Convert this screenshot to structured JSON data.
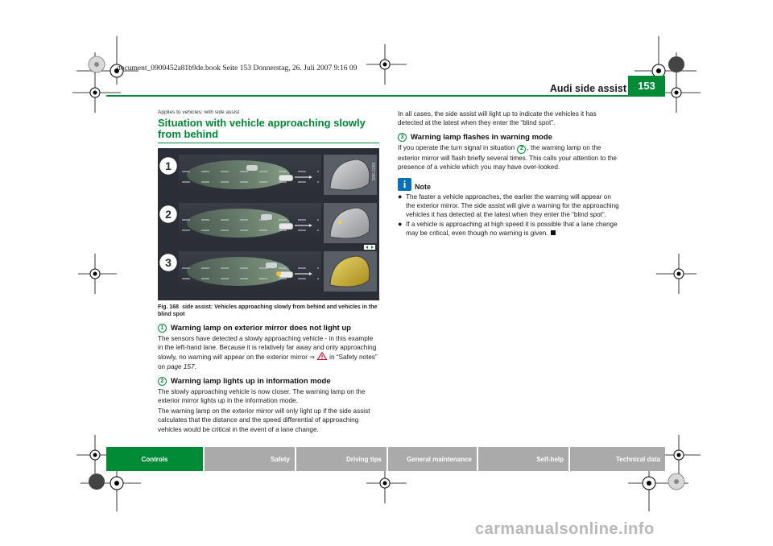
{
  "file_header": "document_0900452a81b9de.book  Seite 153  Donnerstag, 26. Juli 2007  9:16 09",
  "header": {
    "section_title": "Audi side assist",
    "page_number": "153"
  },
  "left": {
    "applies": "Applies to vehicles: with side assist",
    "title": "Situation with vehicle approaching slowly from behind",
    "figure": {
      "label": "Fig. 168",
      "caption": "side assist: Vehicles approaching slowly from behind and vehicles in the blind spot",
      "code": "B8K-0288",
      "panels": [
        "1",
        "2",
        "3"
      ]
    },
    "section1": {
      "num": "1",
      "heading": "Warning lamp on exterior mirror does not light up",
      "text_a": "The sensors have detected a slowly approaching vehicle - in this example in the left-hand lane. Because it is relatively far away and only approaching slowly, no warning will appear on the exterior mirror",
      "text_b": "in “Safety notes” on",
      "text_page": "page 157",
      "text_end": "."
    },
    "section2": {
      "num": "2",
      "heading": "Warning lamp lights up in information mode",
      "p1": "The slowly approaching vehicle is now closer. The warning lamp on the exterior mirror lights up in the information mode.",
      "p2": "The warning lamp on the exterior mirror will only light up if the side assist calculates that the distance and the speed differential of approaching vehicles would be critical in the event of a lane change."
    }
  },
  "right": {
    "intro": "In all cases, the side assist will light up to indicate the vehicles it has detected at the latest when they enter the “blind spot”.",
    "section3": {
      "num": "3",
      "heading": "Warning lamp flashes in warning mode",
      "text_a": "If you operate the turn signal in situation",
      "text_ref": "2",
      "text_b": ", the warning lamp on the exterior mirror will flash briefly several times. This calls your attention to the presence of a vehicle which you may have over-looked."
    },
    "note": {
      "label": "Note",
      "bullets": [
        "The faster a vehicle approaches, the earlier the warning will appear on the exterior mirror. The side assist will give a warning for the approaching vehicles it has detected at the latest when they enter the “blind spot”.",
        "If a vehicle is approaching at high speed it is possible that a lane change may be critical, even though no warning is given."
      ]
    }
  },
  "tabs": [
    "Controls",
    "Safety",
    "Driving tips",
    "General maintenance",
    "Self-help",
    "Technical data"
  ],
  "watermark": "carmanualsonline.info",
  "colors": {
    "accent": "#008a36",
    "tab_gray": "#aaaaaa",
    "note_blue": "#0b6fb8",
    "warn_red": "#c8102e"
  }
}
